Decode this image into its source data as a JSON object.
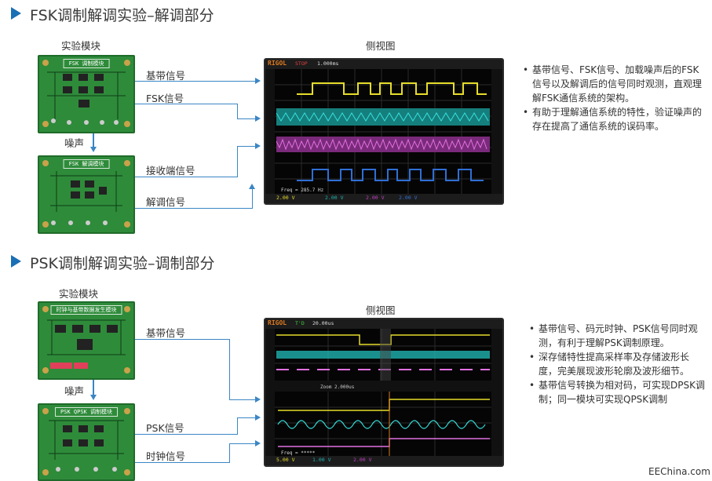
{
  "fsk": {
    "title": "FSK调制解调实验–解调部分",
    "module_label": "实验模块",
    "view_label": "侧视图",
    "noise_label": "噪声",
    "board1_label": "FSK 调制模块",
    "board2_label": "FSK 解调模块",
    "signals": [
      "基带信号",
      "FSK信号",
      "接收端信号",
      "解调信号"
    ],
    "bullets": [
      "基带信号、FSK信号、加载噪声后的FSK信号以及解调后的信号同时观测，直观理解FSK通信系统的架构。",
      "有助于理解通信系统的特性，验证噪声的存在提高了通信系统的误码率。"
    ],
    "scope": {
      "brand": "RIGOL",
      "top_status": "STOP",
      "timebase": "1.000ms",
      "bottom_freq": "Freq = 285.7 Hz",
      "ch_scales": [
        "2.00 V",
        "2.00 V",
        "2.00 V",
        "2.00 V"
      ]
    }
  },
  "psk": {
    "title": "PSK调制解调实验–调制部分",
    "module_label": "实验模块",
    "view_label": "侧视图",
    "noise_label": "噪声",
    "board1_label": "时钟与基带数据发生模块",
    "board2_label": "PSK QPSK 调制模块",
    "signals": [
      "基带信号",
      "PSK信号",
      "时钟信号"
    ],
    "bullets": [
      "基带信号、码元时钟、PSK信号同时观测，有利于理解PSK调制原理。",
      "深存储特性提高采样率及存储波形长度，完美展现波形轮廓及波形细节。",
      "基带信号转换为相对码，可实现DPSK调制；同一模块可实现QPSK调制"
    ],
    "scope": {
      "brand": "RIGOL",
      "top_status": "T'D",
      "timebase": "20.00us",
      "zoom": "Zoom 2.000us",
      "bottom_freq": "Freq = *****",
      "ch_scales": [
        "5.00 V",
        "1.00 V",
        "2.00 V"
      ]
    }
  },
  "footer": "EEChina.com",
  "colors": {
    "accent": "#1a6fb5",
    "ch1": "#e6dc2a",
    "ch2": "#1fb3b0",
    "ch3": "#c040c0",
    "ch4": "#2f6fd6"
  }
}
